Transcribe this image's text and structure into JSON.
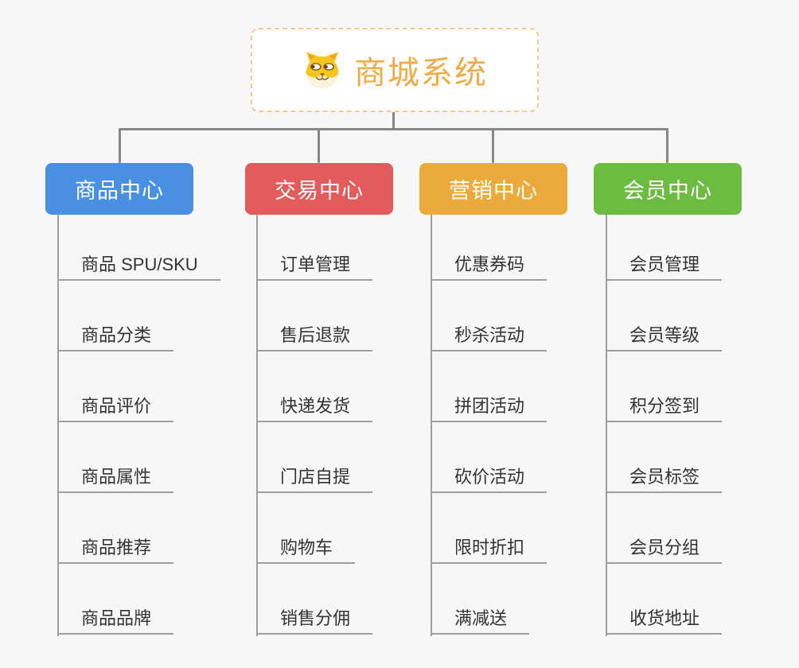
{
  "app": {
    "background_color": "#f7f7f7",
    "main_line_color": "#878787",
    "child_line_color": "#9e9e9e"
  },
  "root": {
    "title": "商城系统",
    "icon": "dog-face-icon",
    "text_color": "#f0ab45",
    "border_color": "#f6c98c"
  },
  "branches": [
    {
      "label": "商品中心",
      "color": "#4a90e2",
      "children": [
        "商品 SPU/SKU",
        "商品分类",
        "商品评价",
        "商品属性",
        "商品推荐",
        "商品品牌"
      ]
    },
    {
      "label": "交易中心",
      "color": "#e25c5c",
      "children": [
        "订单管理",
        "售后退款",
        "快递发货",
        "门店自提",
        "购物车",
        "销售分佣"
      ]
    },
    {
      "label": "营销中心",
      "color": "#ecaa3c",
      "children": [
        "优惠券码",
        "秒杀活动",
        "拼团活动",
        "砍价活动",
        "限时折扣",
        "满减送"
      ]
    },
    {
      "label": "会员中心",
      "color": "#6bbc40",
      "children": [
        "会员管理",
        "会员等级",
        "积分签到",
        "会员标签",
        "会员分组",
        "收货地址"
      ]
    }
  ]
}
